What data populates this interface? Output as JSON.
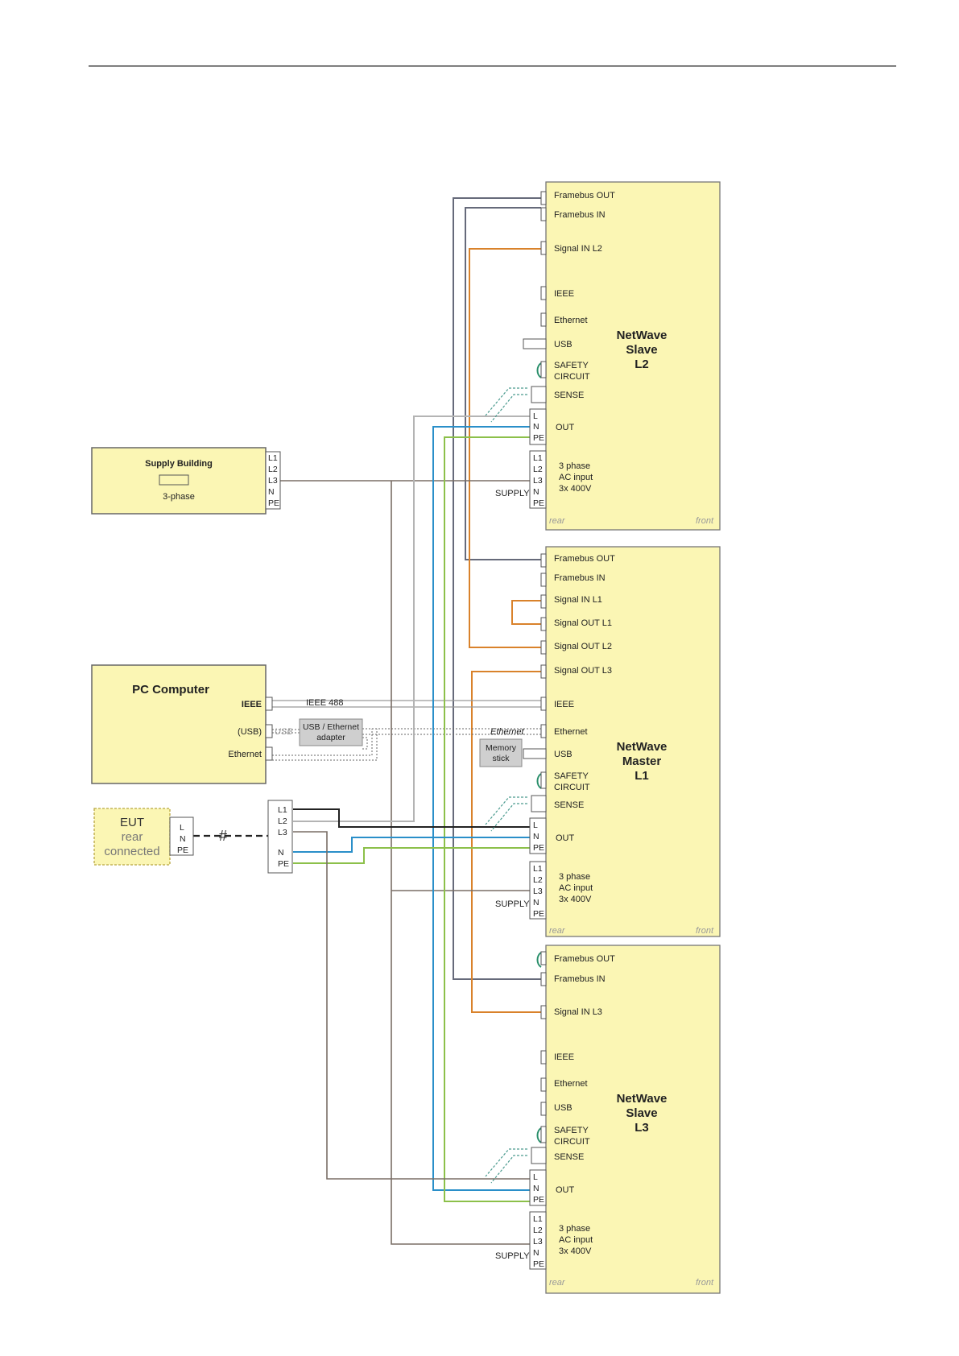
{
  "colors": {
    "unit_fill": "#fbf6b4",
    "signal_wire": "#d9822b",
    "neutral_wire": "#2a8fc9",
    "earth_wire": "#8cc04a",
    "supply_wire": "#7a6e66"
  },
  "units": [
    {
      "name_lines": [
        "NetWave",
        "Slave",
        "L2"
      ],
      "ports": [
        "Framebus OUT",
        "Framebus IN",
        "Signal IN  L2",
        "IEEE",
        "Ethernet",
        "USB"
      ],
      "safety": [
        "SAFETY",
        "CIRCUIT"
      ],
      "sense": "SENSE",
      "out": "OUT",
      "out_terms": [
        "L",
        "N",
        "PE"
      ],
      "supply_terms": [
        "L1",
        "L2",
        "L3",
        "N",
        "PE"
      ],
      "input": [
        "3 phase",
        "AC input",
        "3x 400V"
      ],
      "supply": "SUPPLY",
      "rear": "rear",
      "front": "front"
    },
    {
      "name_lines": [
        "NetWave",
        "Master",
        "L1"
      ],
      "ports": [
        "Framebus OUT",
        "Framebus IN",
        "Signal IN  L1",
        "Signal OUT L1",
        "Signal OUT L2",
        "Signal OUT L3",
        "IEEE",
        "Ethernet",
        "USB"
      ],
      "safety": [
        "SAFETY",
        "CIRCUIT"
      ],
      "sense": "SENSE",
      "out": "OUT",
      "out_terms": [
        "L",
        "N",
        "PE"
      ],
      "supply_terms": [
        "L1",
        "L2",
        "L3",
        "N",
        "PE"
      ],
      "input": [
        "3 phase",
        "AC input",
        "3x 400V"
      ],
      "supply": "SUPPLY",
      "rear": "rear",
      "front": "front"
    },
    {
      "name_lines": [
        "NetWave",
        "Slave",
        "L3"
      ],
      "ports": [
        "Framebus OUT",
        "Framebus IN",
        "Signal IN L3",
        "IEEE",
        "Ethernet",
        "USB"
      ],
      "safety": [
        "SAFETY",
        "CIRCUIT"
      ],
      "sense": "SENSE",
      "out": "OUT",
      "out_terms": [
        "L",
        "N",
        "PE"
      ],
      "supply_terms": [
        "L1",
        "L2",
        "L3",
        "N",
        "PE"
      ],
      "input": [
        "3 phase",
        "AC input",
        "3x 400V"
      ],
      "supply": "SUPPLY",
      "rear": "rear",
      "front": "front"
    }
  ],
  "supply_building": {
    "title": "Supply Building",
    "subtitle": "3-phase",
    "terms": [
      "L1",
      "L2",
      "L3",
      "N",
      "PE"
    ]
  },
  "pc": {
    "title": "PC Computer",
    "ieee": "IEEE",
    "usb": "(USB)",
    "ethernet": "Ethernet",
    "ieee488": "IEEE 488",
    "usb_italic": "USB",
    "adapter": [
      "USB / Ethernet",
      "adapter"
    ],
    "ethernet_cable": "Ethernet",
    "memory": [
      "Memory",
      "stick"
    ]
  },
  "eut": {
    "lines": [
      "EUT",
      "rear",
      "connected"
    ],
    "terms": [
      "L",
      "N",
      "PE"
    ]
  },
  "junction": {
    "terms": [
      "L1",
      "L2",
      "L3",
      "N",
      "PE"
    ]
  }
}
